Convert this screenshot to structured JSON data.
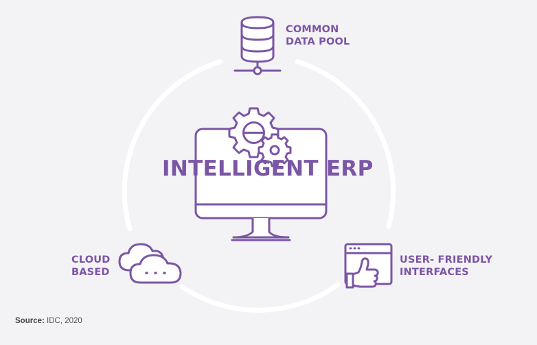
{
  "diagram": {
    "center_title": "INTELLIGENT ERP",
    "nodes": [
      {
        "id": "data-pool",
        "label": "COMMON\nDATA POOL",
        "icon": "database-icon"
      },
      {
        "id": "cloud",
        "label": "CLOUD\nBASED",
        "icon": "cloud-icon"
      },
      {
        "id": "interfaces",
        "label": "USER- FRIENDLY\nINTERFACES",
        "icon": "thumbs-up-window-icon"
      }
    ]
  },
  "source": {
    "prefix": "Source:",
    "text": "IDC, 2020"
  },
  "colors": {
    "accent": "#7b55a6",
    "background": "#f3f3f5",
    "ring": "#ffffff"
  }
}
